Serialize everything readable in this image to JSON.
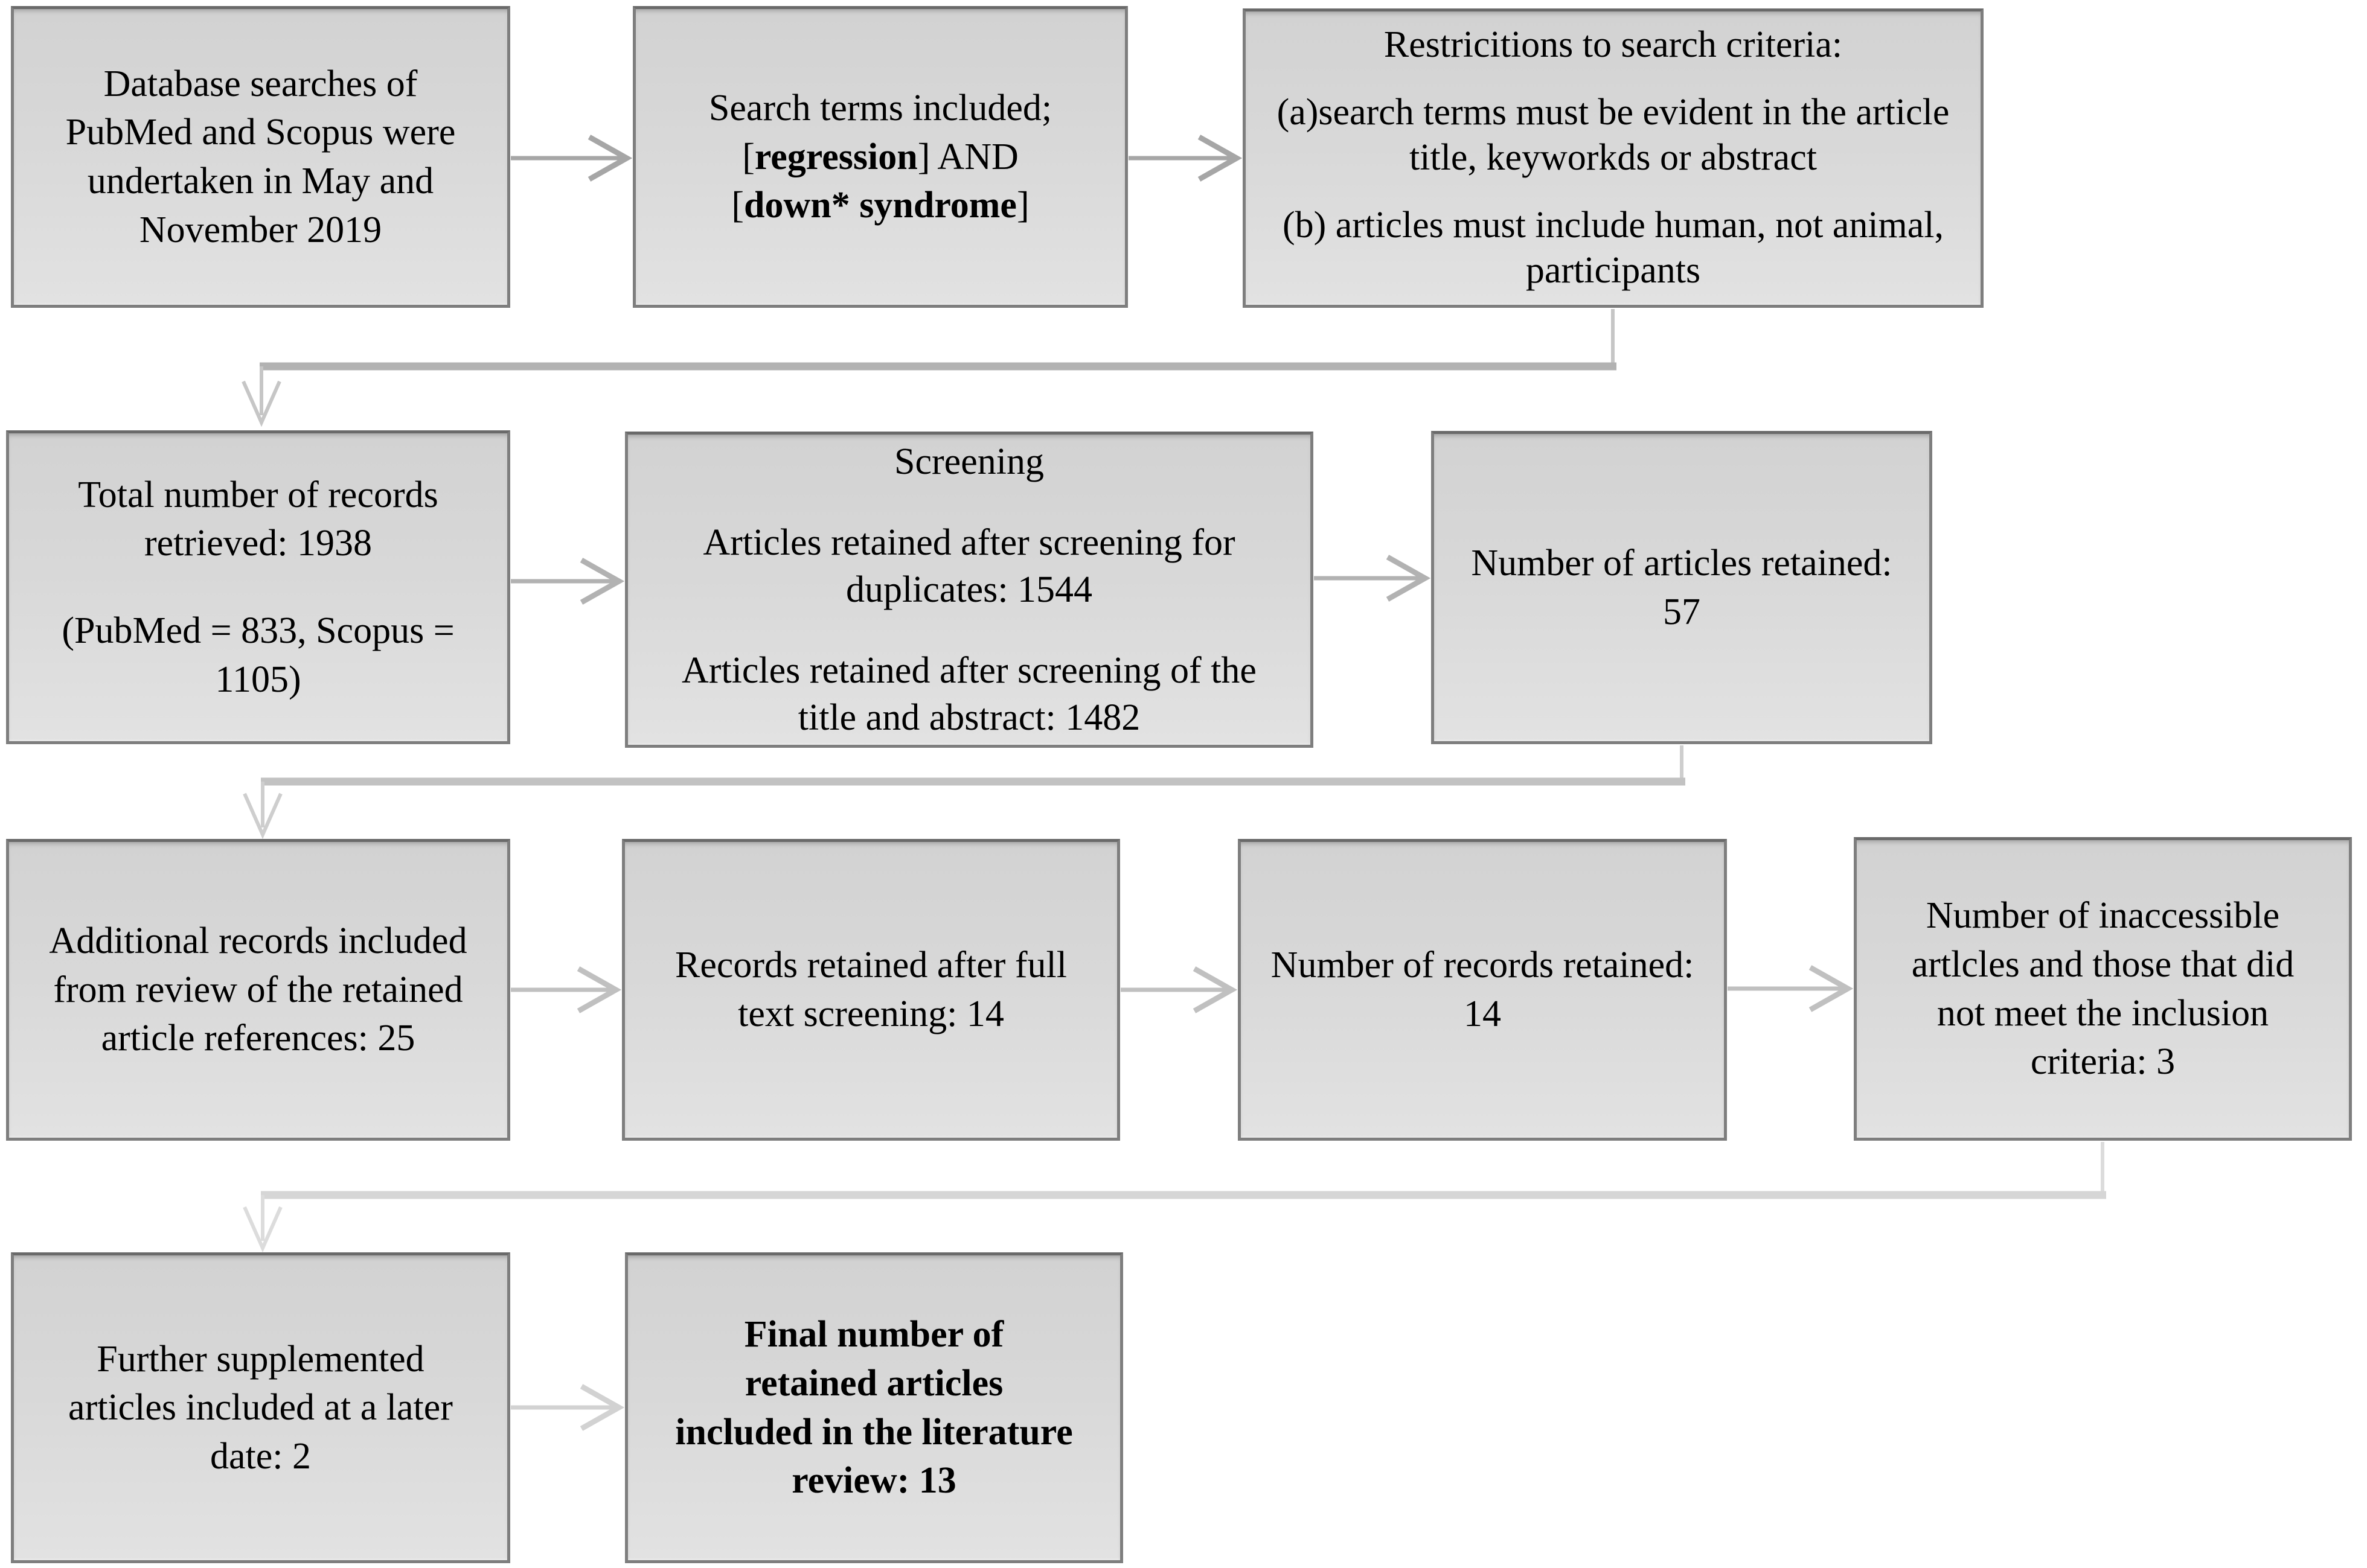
{
  "colors": {
    "background": "#ffffff",
    "text": "#000000",
    "box_fill_top": "#d2d2d2",
    "box_fill_bottom": "#e2e2e2",
    "box_border": "#7e7e7e",
    "box_border_top": "#6a6a6a",
    "arrow_row1": "#a6a6a6",
    "arrow_row2": "#b2b2b2",
    "arrow_row3": "#c0c0c0",
    "arrow_row4": "#d2d2d2",
    "elbow1": "#b2b2b2",
    "elbow1_stub": "#c6c6c6",
    "elbow2": "#c2c2c2",
    "elbow2_stub": "#cecece",
    "elbow3": "#d6d6d6",
    "elbow3_stub": "#dcdcdc"
  },
  "boxes": {
    "b1": {
      "p1": "Database searches of PubMed and Scopus were undertaken in May and November 2019"
    },
    "b2": {
      "lines": [
        [
          {
            "text": "Search terms included;"
          }
        ],
        [
          {
            "text": "["
          },
          {
            "text": "regression",
            "bold": true
          },
          {
            "text": "] AND"
          }
        ],
        [
          {
            "text": "["
          },
          {
            "text": "down* syndrome",
            "bold": true
          },
          {
            "text": "]"
          }
        ]
      ]
    },
    "b3": {
      "p1": "Restricitions to search criteria:",
      "p2": "(a)search terms must be evident in the article title, keyworkds or abstract",
      "p3": "(b) articles must include human, not animal, participants"
    },
    "b4": {
      "p1": "Total number of records retrieved: 1938",
      "p2": "(PubMed = 833, Scopus = 1105)"
    },
    "b5": {
      "p1": "Screening",
      "p2": "Articles retained after screening for duplicates: 1544",
      "p3": "Articles retained after screening of the title and abstract: 1482"
    },
    "b6": {
      "p1": "Number of articles retained: 57"
    },
    "b7": {
      "p1": "Additional records included from review of the retained article references: 25"
    },
    "b8": {
      "p1": "Records retained after full text screening: 14"
    },
    "b9": {
      "p1": "Number of records retained: 14"
    },
    "b10": {
      "p1": "Number of inaccessible artlcles and those that did not meet the inclusion criteria: 3"
    },
    "b11": {
      "p1": "Further supplemented articles included at a later date: 2"
    },
    "b12": {
      "p1": "Final number of retained articles included in the literature review: 13"
    }
  }
}
